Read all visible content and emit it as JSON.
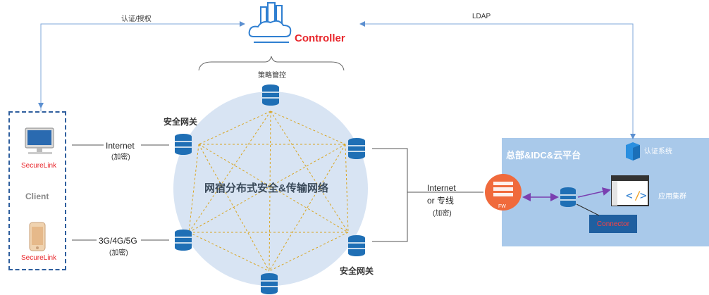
{
  "top": {
    "auth_label": "认证/授权",
    "ldap_label": "LDAP",
    "controller_label": "Controller",
    "policy_label": "策略管控"
  },
  "client": {
    "securelink_top": "SecureLink",
    "client_label": "Client",
    "securelink_bottom": "SecureLink"
  },
  "links": {
    "internet": "Internet",
    "internet_sub": "(加密)",
    "mobile": "3G/4G/5G",
    "mobile_sub": "(加密)",
    "right_internet": "Internet",
    "right_or": "or 专线",
    "right_sub": "(加密)"
  },
  "mesh": {
    "title": "网宿分布式安全&传输网络",
    "gateway_top": "安全网关",
    "gateway_bottom": "安全网关"
  },
  "hq": {
    "title": "总部&IDC&云平台",
    "auth_system": "认证系统",
    "app_cluster": "应用集群",
    "connector": "Connector",
    "fw": "FW"
  },
  "colors": {
    "node_blue": "#1f6fb5",
    "dash_gold": "#d9a521",
    "controller_red": "#e8262b",
    "arrow_purple": "#7a3fb0",
    "hq_box": "#a9c9ea",
    "fw_orange": "#f06a3c"
  }
}
